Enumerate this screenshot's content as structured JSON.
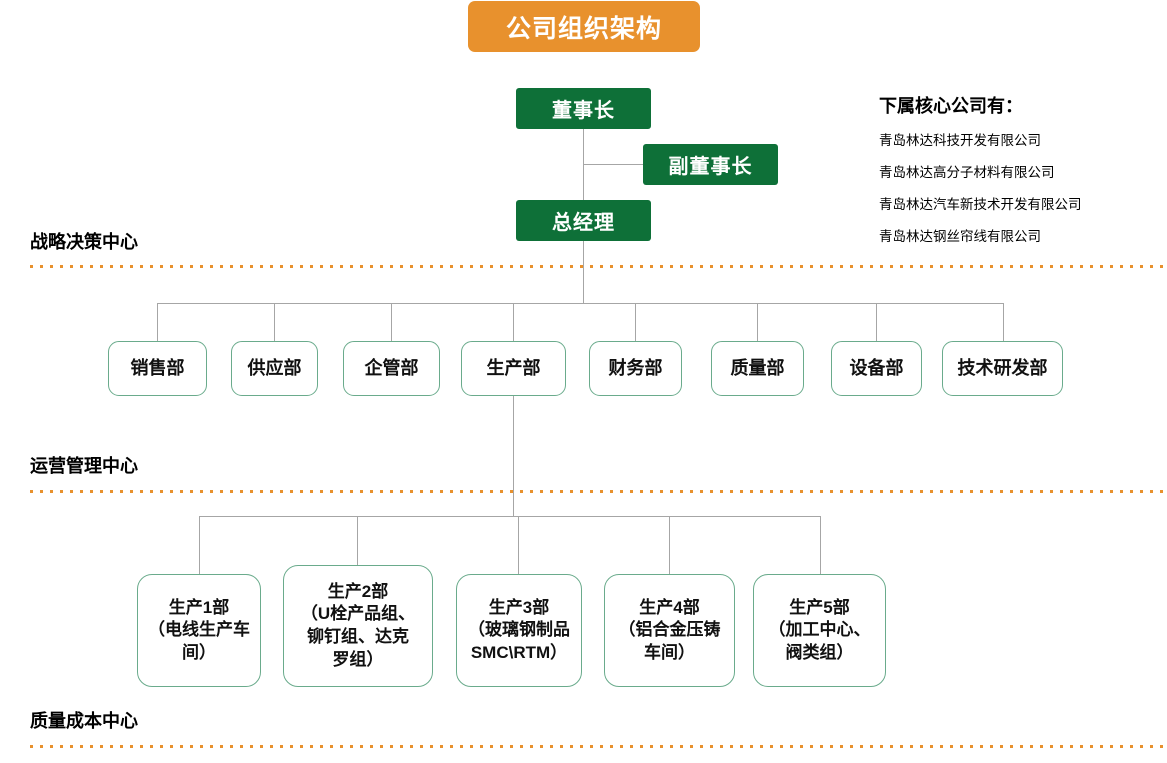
{
  "header": {
    "title": "公司组织架构",
    "title_bg": "#e8912d"
  },
  "colors": {
    "executive_box": "#0e7038",
    "department_border": "#6aab8c",
    "divider": "#e8912d",
    "connector": "#a6a6a6"
  },
  "executive": {
    "chairman": "董事长",
    "vice_chairman": "副董事长",
    "general_manager": "总经理"
  },
  "subsidiaries": {
    "title": "下属核心公司有：",
    "items": [
      "青岛林达科技开发有限公司",
      "青岛林达高分子材料有限公司",
      "青岛林达汽车新技术开发有限公司",
      "青岛林达钢丝帘线有限公司"
    ]
  },
  "sections": [
    {
      "label": "战略决策中心"
    },
    {
      "label": "运营管理中心"
    },
    {
      "label": "质量成本中心"
    }
  ],
  "departments": [
    {
      "label": "销售部"
    },
    {
      "label": "供应部"
    },
    {
      "label": "企管部"
    },
    {
      "label": "生产部"
    },
    {
      "label": "财务部"
    },
    {
      "label": "质量部"
    },
    {
      "label": "设备部"
    },
    {
      "label": "技术研发部"
    }
  ],
  "production_units": [
    {
      "label": "生产1部\n（电线生产车\n间）"
    },
    {
      "label": "生产2部\n（U栓产品组、\n铆钉组、达克\n罗组）"
    },
    {
      "label": "生产3部\n（玻璃钢制品\nSMC\\RTM）"
    },
    {
      "label": "生产4部\n（铝合金压铸\n车间）"
    },
    {
      "label": "生产5部\n（加工中心、\n阀类组）"
    }
  ]
}
